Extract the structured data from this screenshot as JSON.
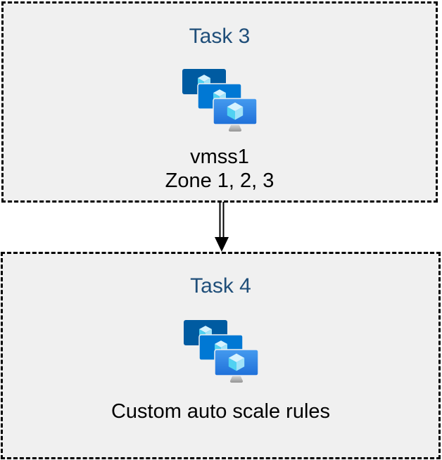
{
  "diagram": {
    "boxes": [
      {
        "title": "Task 3",
        "icon": "virtual-machine-scale-sets-icon",
        "lines": [
          "vmss1",
          "Zone 1, 2, 3"
        ]
      },
      {
        "title": "Task 4",
        "icon": "virtual-machine-scale-sets-icon",
        "lines": [
          "Custom auto scale rules"
        ]
      }
    ],
    "connector": {
      "type": "double-line-arrow",
      "direction": "down"
    }
  },
  "boxes": [
    {
      "title": "Task 3",
      "lines": [
        "vmss1",
        "Zone 1, 2, 3"
      ]
    },
    {
      "title": "Task 4",
      "lines": [
        "Custom auto scale rules"
      ]
    }
  ],
  "colors": {
    "box_background": "#f0f0f0",
    "box_border": "#000000",
    "title_blue": "#1f4e79",
    "body_text": "#000000",
    "monitor_back": "#005ba1",
    "monitor_middle": "#0078d4",
    "monitor_front_top": "#459bef",
    "monitor_front_bottom": "#1f70d9",
    "cube_top_face": "#d6f3fe",
    "cube_left_face": "#50d2f2",
    "cube_right_face": "#a0e3f9",
    "stand_light": "#dfdfdf",
    "stand_dark": "#949494",
    "arrow": "#000000"
  }
}
